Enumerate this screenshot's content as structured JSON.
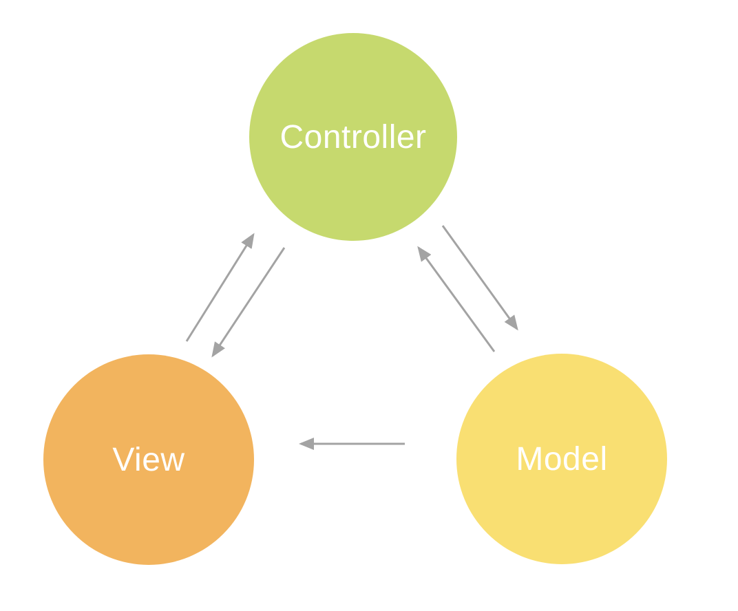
{
  "diagram": {
    "type": "mvc-cycle-diagram",
    "background_color": "#ffffff",
    "arrow_color": "#a3a3a3",
    "nodes": [
      {
        "id": "controller",
        "label": "Controller",
        "shape": "circle",
        "color": "#c6d96e",
        "text_color": "#ffffff",
        "position": "top-center"
      },
      {
        "id": "view",
        "label": "View",
        "shape": "circle",
        "color": "#f2b45e",
        "text_color": "#ffffff",
        "position": "bottom-left"
      },
      {
        "id": "model",
        "label": "Model",
        "shape": "circle",
        "color": "#f9df72",
        "text_color": "#ffffff",
        "position": "bottom-right"
      }
    ],
    "edges": [
      {
        "from": "view",
        "to": "controller",
        "style": "straight-arrow"
      },
      {
        "from": "controller",
        "to": "view",
        "style": "straight-arrow"
      },
      {
        "from": "model",
        "to": "controller",
        "style": "straight-arrow"
      },
      {
        "from": "controller",
        "to": "model",
        "style": "straight-arrow"
      },
      {
        "from": "model",
        "to": "view",
        "style": "straight-arrow"
      }
    ]
  }
}
